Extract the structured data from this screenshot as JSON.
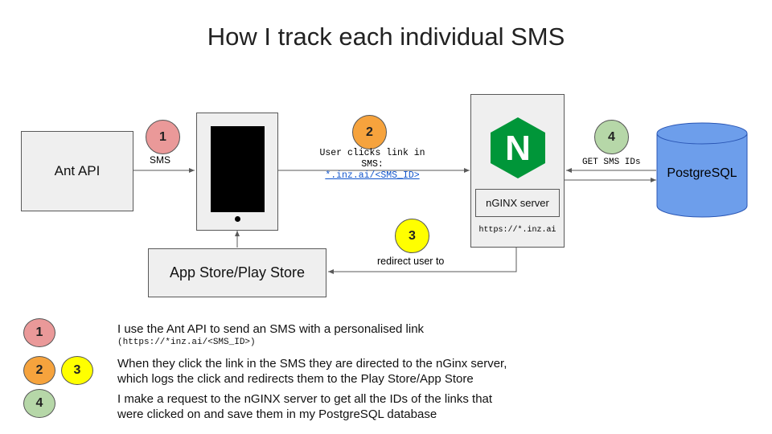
{
  "title": "How I track each individual SMS",
  "nodes": {
    "ant_api": "Ant API",
    "app_store": "App Store/Play Store",
    "nginx_label": "nGINX server",
    "nginx_url": "https://*.inz.ai",
    "nginx_logo_letter": "N",
    "postgres": "PostgreSQL"
  },
  "edges": {
    "sms": "SMS",
    "click_line1": "User clicks link in",
    "click_line2": "SMS:",
    "click_link": "*.inz.ai/<SMS_ID>",
    "get_ids": "GET SMS IDs",
    "redirect": "redirect user to"
  },
  "steps": {
    "s1": "1",
    "s2": "2",
    "s3": "3",
    "s4": "4"
  },
  "legend": {
    "item1_text": "I use the Ant API to send an SMS with a personalised link",
    "item1_code": "(https://*inz.ai/<SMS_ID>)",
    "item2_line1": "When they click the link in the SMS they are directed to the nGinx server,",
    "item2_line2": "which logs the click and redirects them to the Play Store/App Store",
    "item3_line1": "I make a request to the nGINX server to get all the IDs of the links that",
    "item3_line2": "were clicked on and save them in my PostgreSQL database"
  },
  "colors": {
    "step1": "#ea9999",
    "step2": "#f6a33d",
    "step3": "#ffff00",
    "step4": "#b6d7a8",
    "database": "#6d9eeb",
    "nginx_green": "#009639",
    "box_fill": "#efefef",
    "link": "#1155cc"
  }
}
